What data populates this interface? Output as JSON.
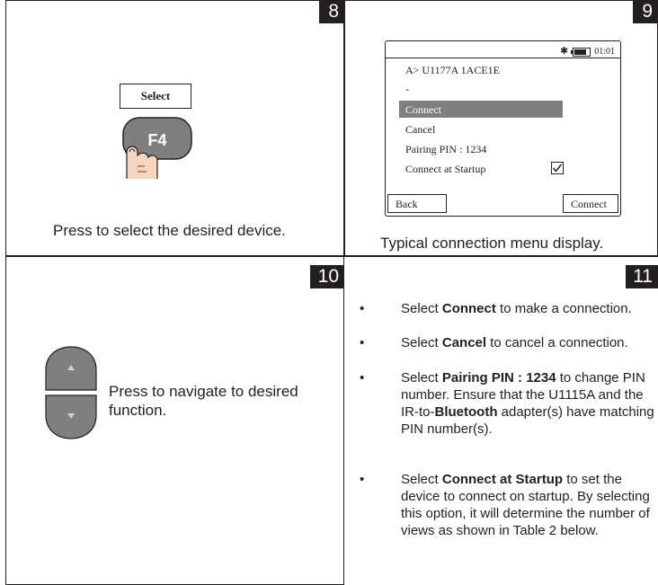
{
  "panels": {
    "p8": {
      "number": "8",
      "softkey_label": "Select",
      "key_label": "F4",
      "caption": "Press to select the desired device."
    },
    "p9": {
      "number": "9",
      "status_clock": "01:01",
      "device_line": "A> U1177A 1ACE1E",
      "dash_line": "-",
      "menu": {
        "connect": "Connect",
        "cancel": "Cancel",
        "pairing_pin": "Pairing PIN : 1234",
        "connect_at_startup": "Connect at Startup"
      },
      "softkeys": {
        "back": "Back",
        "connect": "Connect"
      },
      "checkbox_checked": true,
      "caption": "Typical connection menu display."
    },
    "p10": {
      "number": "10",
      "caption_line1": "Press to navigate to desired",
      "caption_line2": "function."
    },
    "p11": {
      "number": "11",
      "bullets": [
        {
          "pre": "Select ",
          "bold": "Connect",
          "post": " to make a connection."
        },
        {
          "pre": "Select ",
          "bold": "Cancel",
          "post": " to cancel a connection."
        },
        {
          "pre": "Select ",
          "bold": "Pairing PIN : 1234",
          "post": " to change PIN number. Ensure that the U1115A and the IR-to-",
          "bold2": "Bluetooth",
          "post2": " adapter(s) have matching PIN number(s)."
        },
        {
          "pre": "Select ",
          "bold": "Connect at Startup",
          "post": " to set the device to connect on startup. By selecting this option, it will determine the number of views as shown in Table 2 below."
        }
      ],
      "bullet_char": "•"
    }
  },
  "colors": {
    "ink": "#231f20",
    "highlight": "#7f7f7f",
    "key_fill": "#7f7f7f",
    "finger": "#f6d5bd"
  }
}
